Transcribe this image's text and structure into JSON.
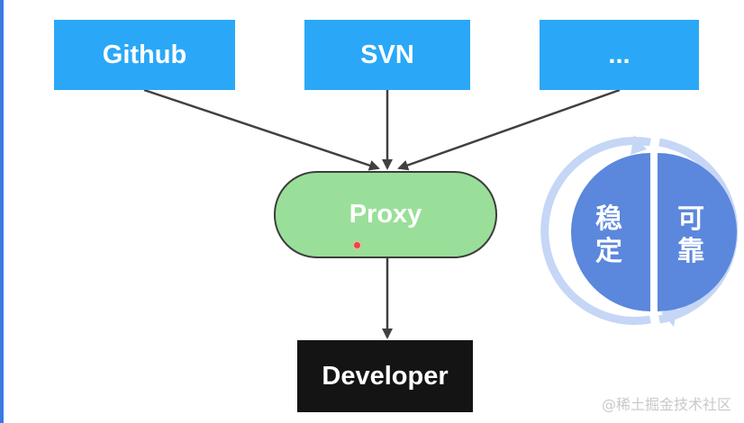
{
  "diagram": {
    "sources": [
      {
        "label": "Github"
      },
      {
        "label": "SVN"
      },
      {
        "label": "..."
      }
    ],
    "proxy": {
      "label": "Proxy"
    },
    "developer": {
      "label": "Developer"
    },
    "cycle": {
      "left_chars": [
        "稳",
        "定"
      ],
      "right_chars": [
        "可",
        "靠"
      ]
    }
  },
  "watermark": "@稀土掘金技术社区",
  "colors": {
    "source_fill": "#2aa8f7",
    "proxy_fill": "#99df99",
    "developer_fill": "#141414",
    "cycle_fill": "#5b87dd",
    "cycle_ring": "#c5d6f6",
    "arrow": "#404040",
    "accent_rule": "#3b78e6"
  }
}
